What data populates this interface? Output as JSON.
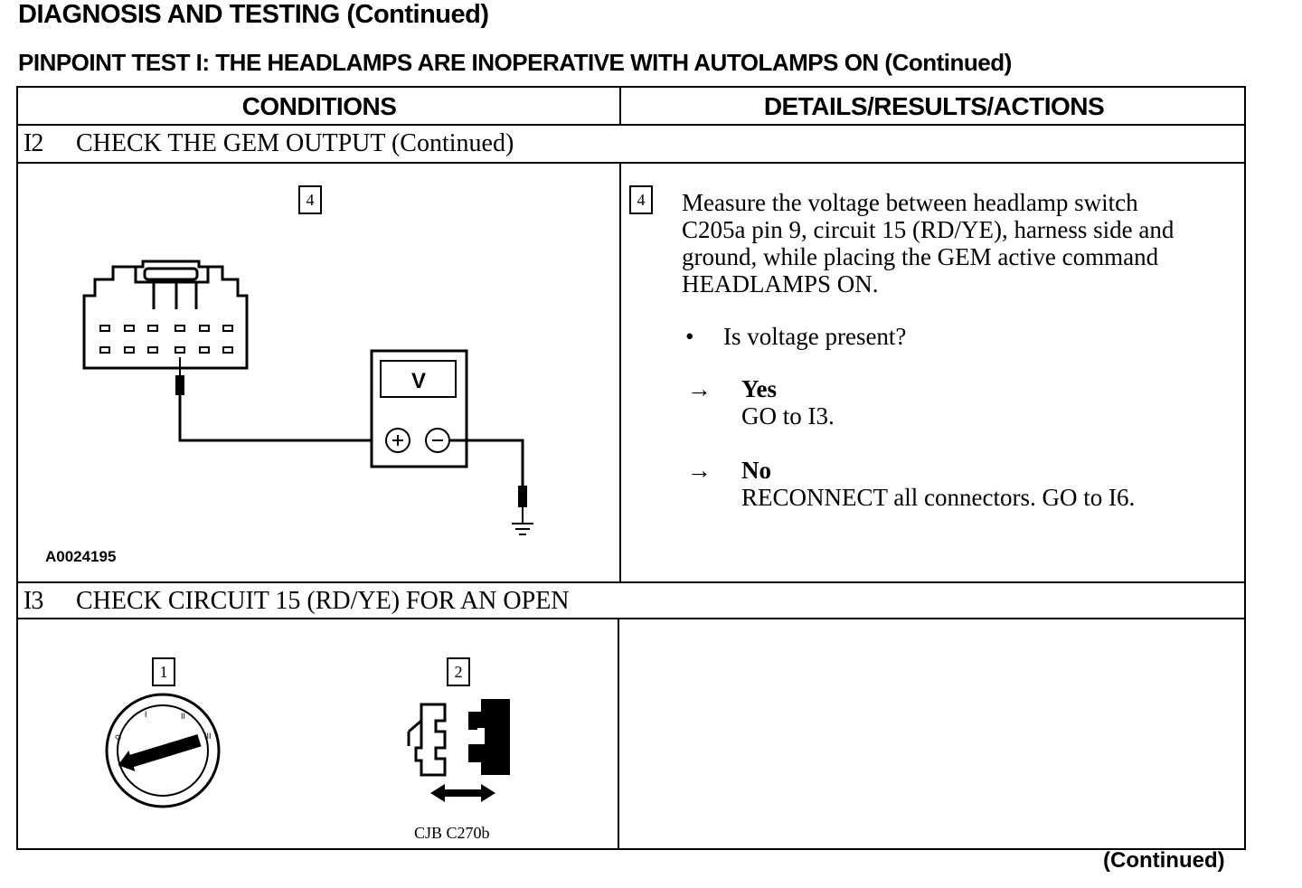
{
  "header": {
    "title": "DIAGNOSIS AND TESTING (Continued)",
    "subtitle": "PINPOINT TEST I: THE HEADLAMPS ARE INOPERATIVE WITH AUTOLAMPS ON (Continued)"
  },
  "table": {
    "col_conditions": "CONDITIONS",
    "col_details": "DETAILS/RESULTS/ACTIONS"
  },
  "step_i2": {
    "number": "I2",
    "title": "CHECK THE GEM OUTPUT (Continued)",
    "callout": "4",
    "figure_id": "A0024195",
    "meter_label": "V",
    "detail_callout": "4",
    "instruction_lines": [
      "Measure the voltage between headlamp switch",
      "C205a pin 9, circuit 15 (RD/YE), harness side and",
      "ground, while placing the GEM active command",
      "HEADLAMPS ON."
    ],
    "question": "Is voltage present?",
    "bullet": "•",
    "arrow": "→",
    "yes_label": "Yes",
    "yes_action": "GO to I3.",
    "no_label": "No",
    "no_action": "RECONNECT all connectors. GO to I6."
  },
  "step_i3": {
    "number": "I3",
    "title": "CHECK CIRCUIT 15 (RD/YE) FOR AN OPEN",
    "callout_1": "1",
    "callout_2": "2",
    "connector_label": "CJB C270b"
  },
  "footer": {
    "continued": "(Continued)"
  },
  "icons": {
    "connector": "connector-icon",
    "voltmeter": "voltmeter-icon",
    "ground": "ground-icon",
    "ignition_switch": "ignition-switch-icon",
    "junction_connector": "junction-connector-icon"
  }
}
